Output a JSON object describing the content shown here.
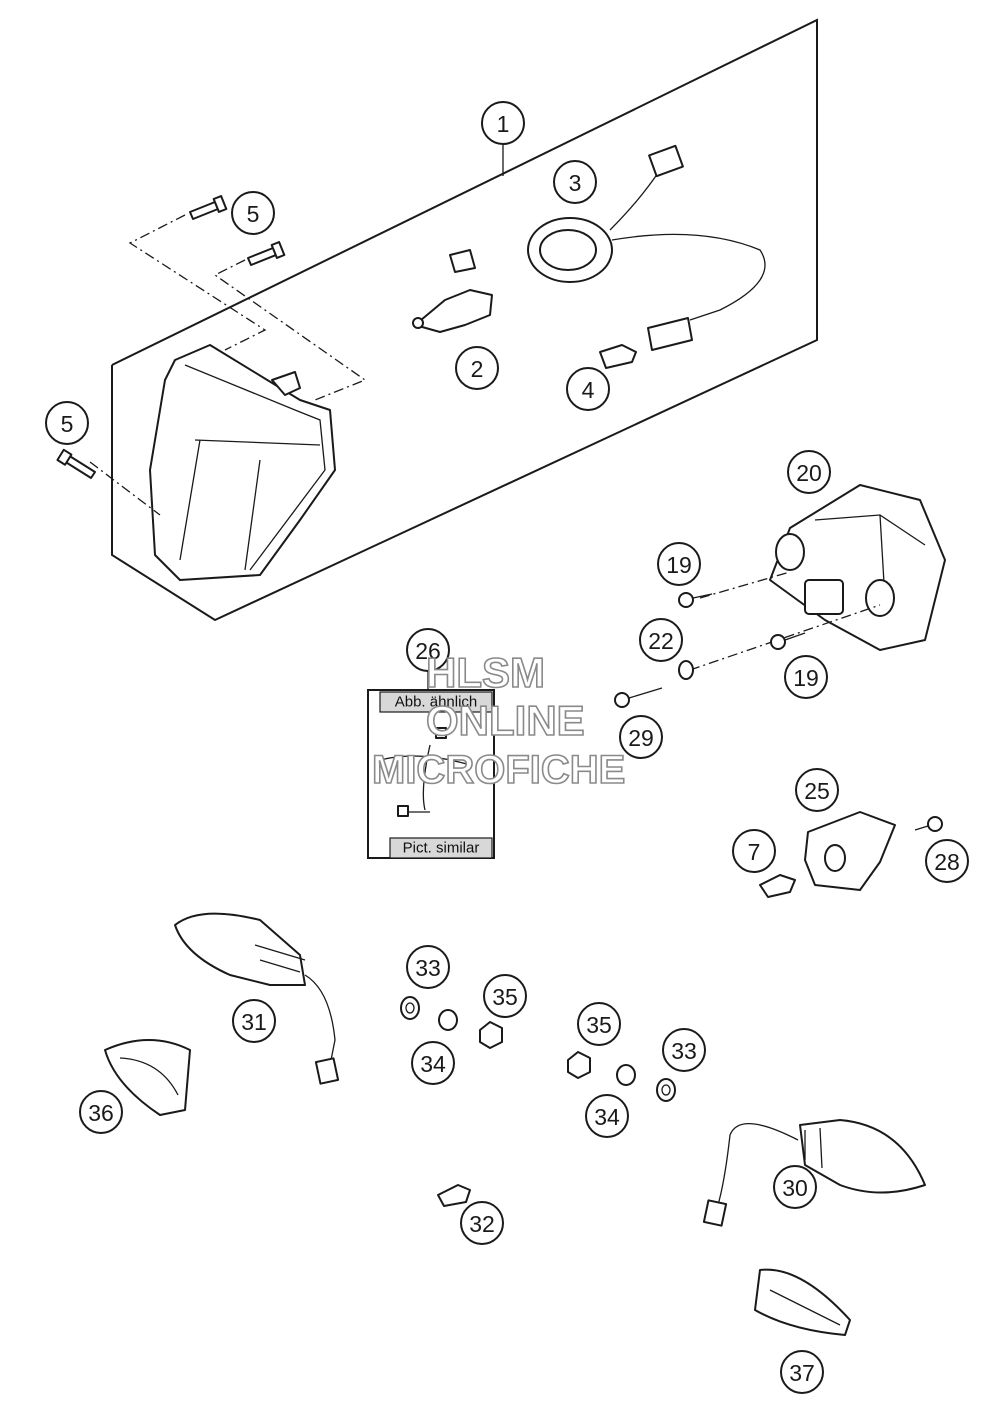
{
  "callouts": [
    "1",
    "2",
    "3",
    "4",
    "5",
    "5",
    "7",
    "19",
    "19",
    "20",
    "22",
    "25",
    "26",
    "28",
    "29",
    "30",
    "31",
    "32",
    "33",
    "33",
    "34",
    "34",
    "35",
    "35",
    "36",
    "37"
  ],
  "inset": {
    "top_label": "Abb. ähnlich",
    "bottom_label": "Pict. similar"
  },
  "watermark": {
    "line1": "HLSM",
    "line2": "ONLINE",
    "line3": "MICROFICHE"
  }
}
